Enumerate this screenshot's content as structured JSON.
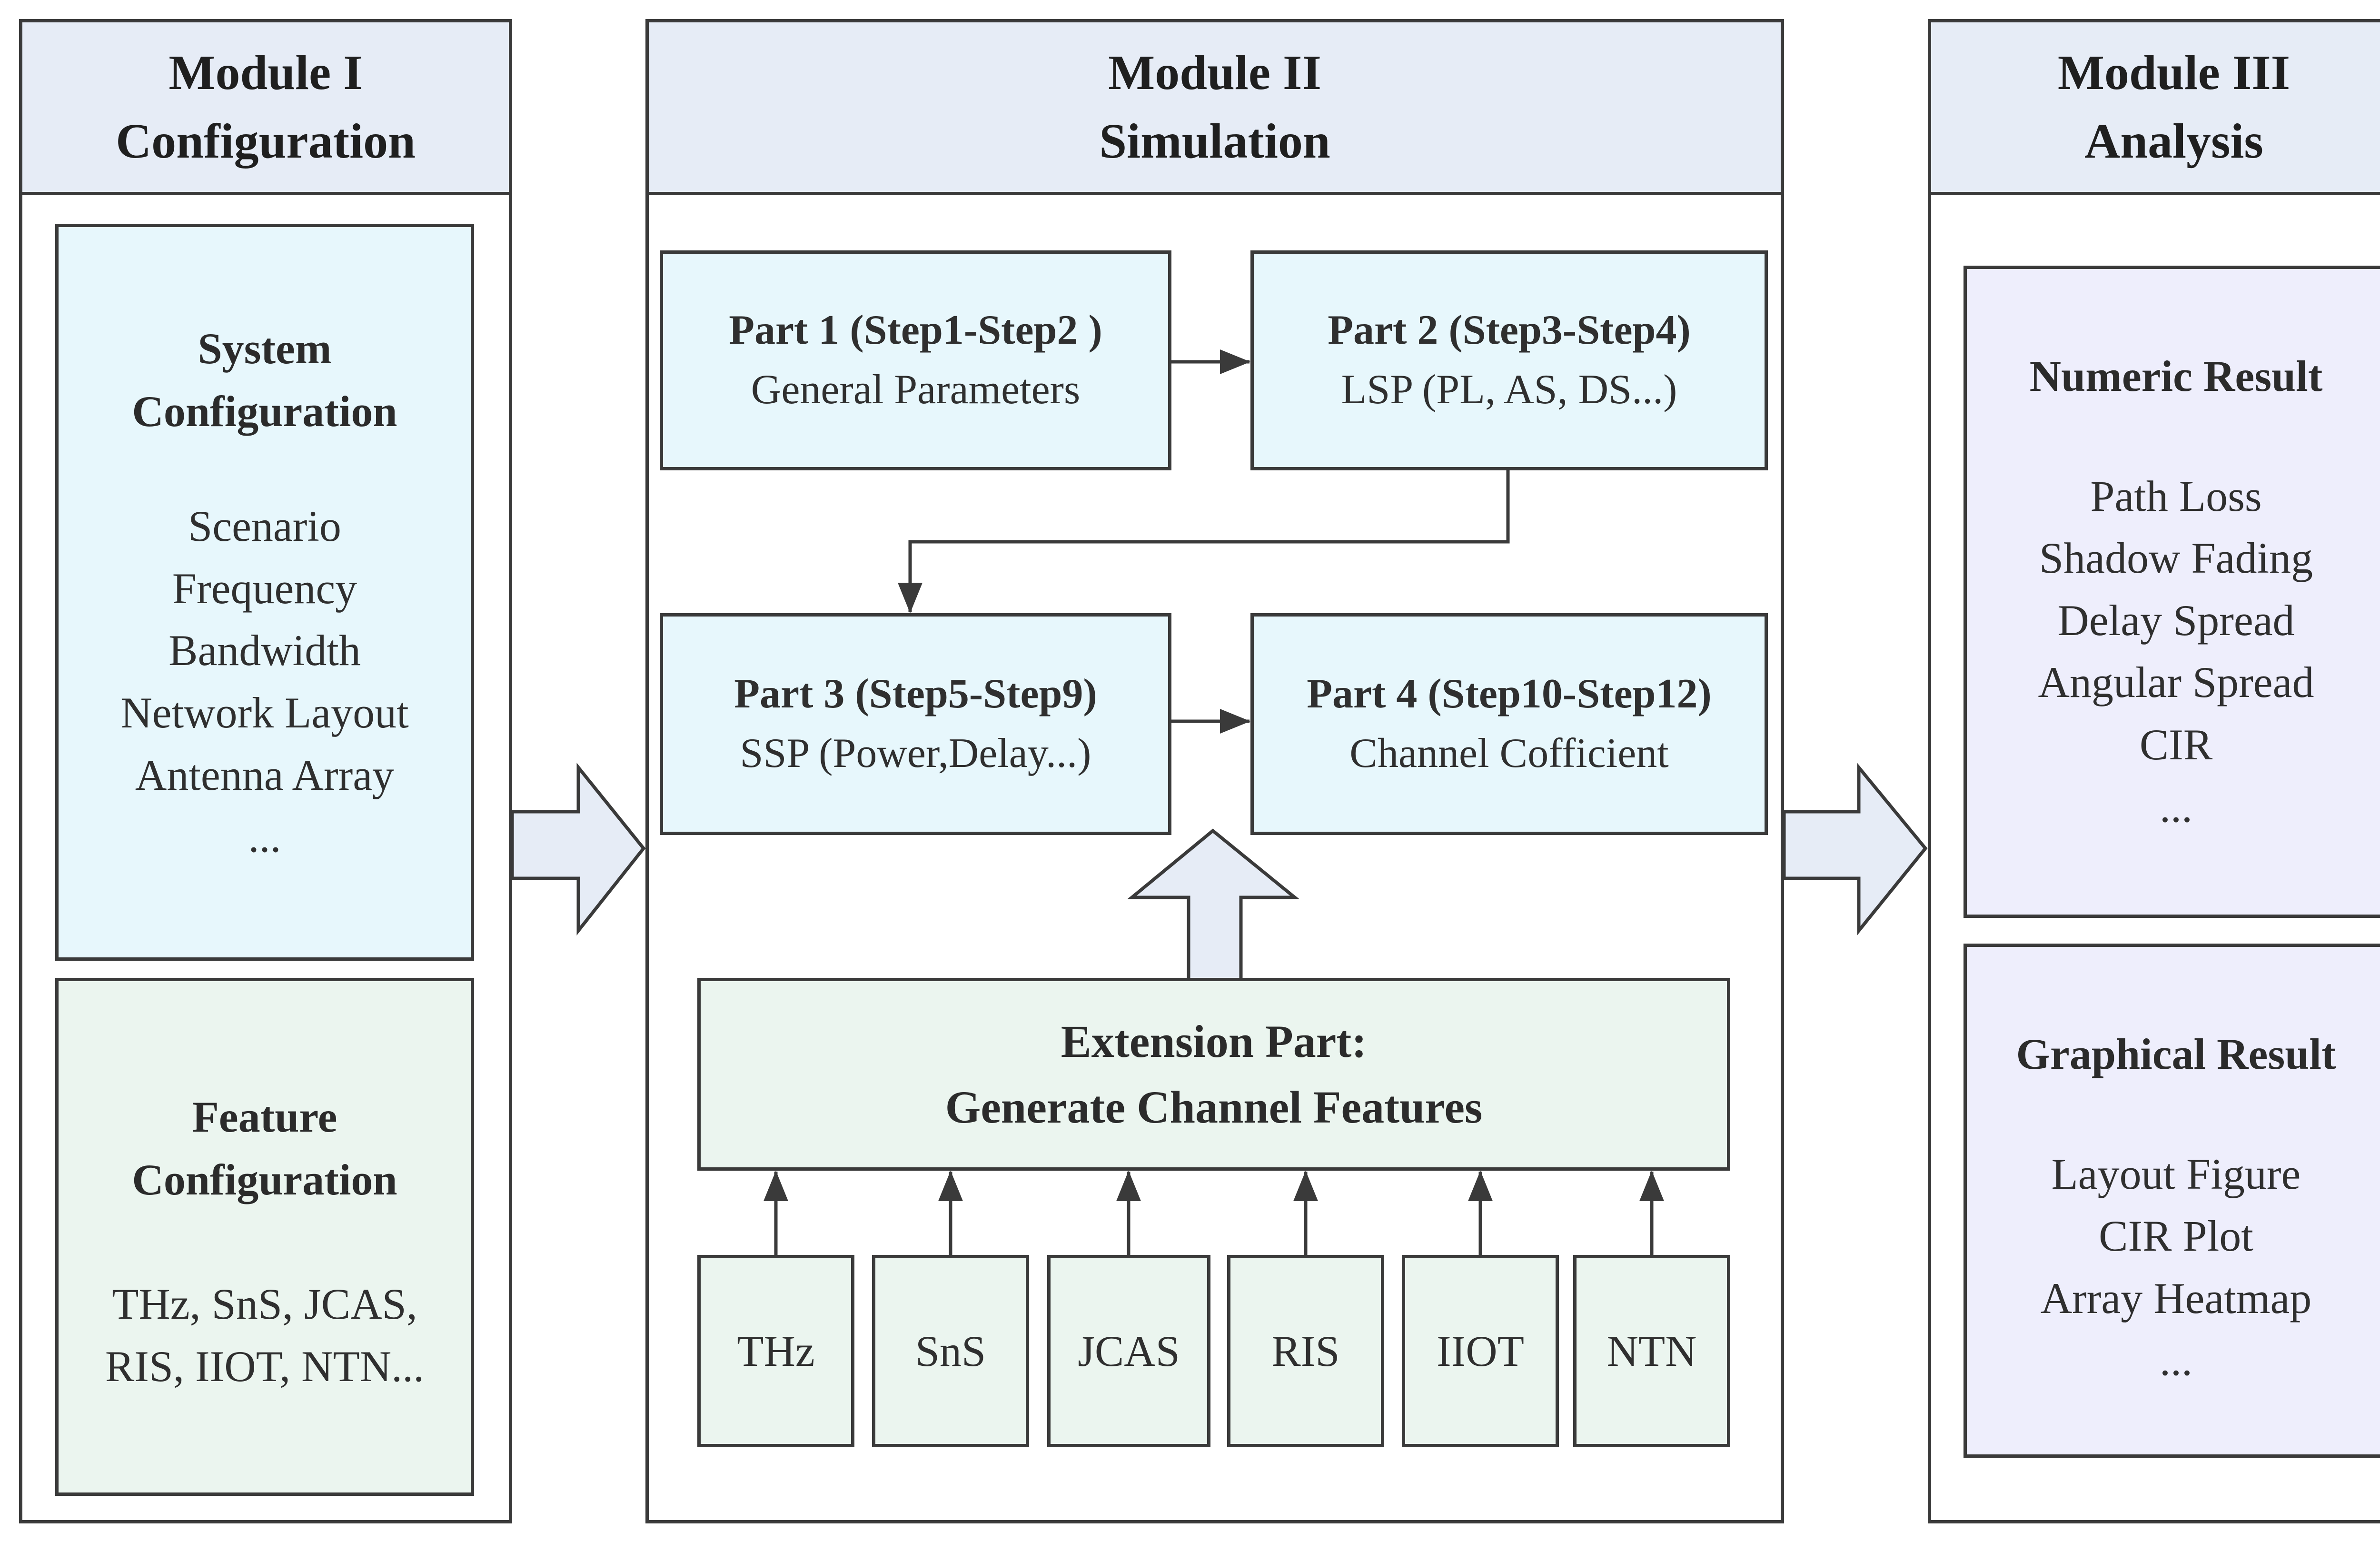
{
  "modules": {
    "config": {
      "title_line1": "Module I",
      "title_line2": "Configuration",
      "system": {
        "title_line1": "System",
        "title_line2": "Configuration",
        "items": [
          "Scenario",
          "Frequency",
          "Bandwidth",
          "Network Layout",
          "Antenna Array",
          "..."
        ]
      },
      "feature": {
        "title_line1": "Feature",
        "title_line2": "Configuration",
        "items_line1": "THz, SnS, JCAS,",
        "items_line2": "RIS, IIOT, NTN..."
      }
    },
    "simulation": {
      "title_line1": "Module II",
      "title_line2": "Simulation",
      "parts": [
        {
          "title": "Part 1 (Step1-Step2 )",
          "subtitle": "General Parameters"
        },
        {
          "title": "Part 2 (Step3-Step4)",
          "subtitle": "LSP (PL, AS, DS...)"
        },
        {
          "title": "Part 3 (Step5-Step9)",
          "subtitle": "SSP (Power,Delay...)"
        },
        {
          "title": "Part 4 (Step10-Step12)",
          "subtitle": "Channel Cofficient"
        }
      ],
      "extension": {
        "title_line1": "Extension Part:",
        "title_line2": "Generate Channel Features"
      },
      "features": [
        "THz",
        "SnS",
        "JCAS",
        "RIS",
        "IIOT",
        "NTN"
      ]
    },
    "analysis": {
      "title_line1": "Module III",
      "title_line2": "Analysis",
      "numeric": {
        "title": "Numeric Result",
        "items": [
          "Path Loss",
          "Shadow Fading",
          "Delay Spread",
          "Angular Spread",
          "CIR",
          "..."
        ]
      },
      "graphical": {
        "title": "Graphical Result",
        "items": [
          "Layout Figure",
          "CIR Plot",
          "Array Heatmap",
          "..."
        ]
      }
    }
  },
  "colors": {
    "module_header": "#e6ecf6",
    "system_box": "#e7f7fc",
    "feature_box": "#ebf5ef",
    "result_box": "#eeeefc",
    "border": "#3a3a3a"
  }
}
